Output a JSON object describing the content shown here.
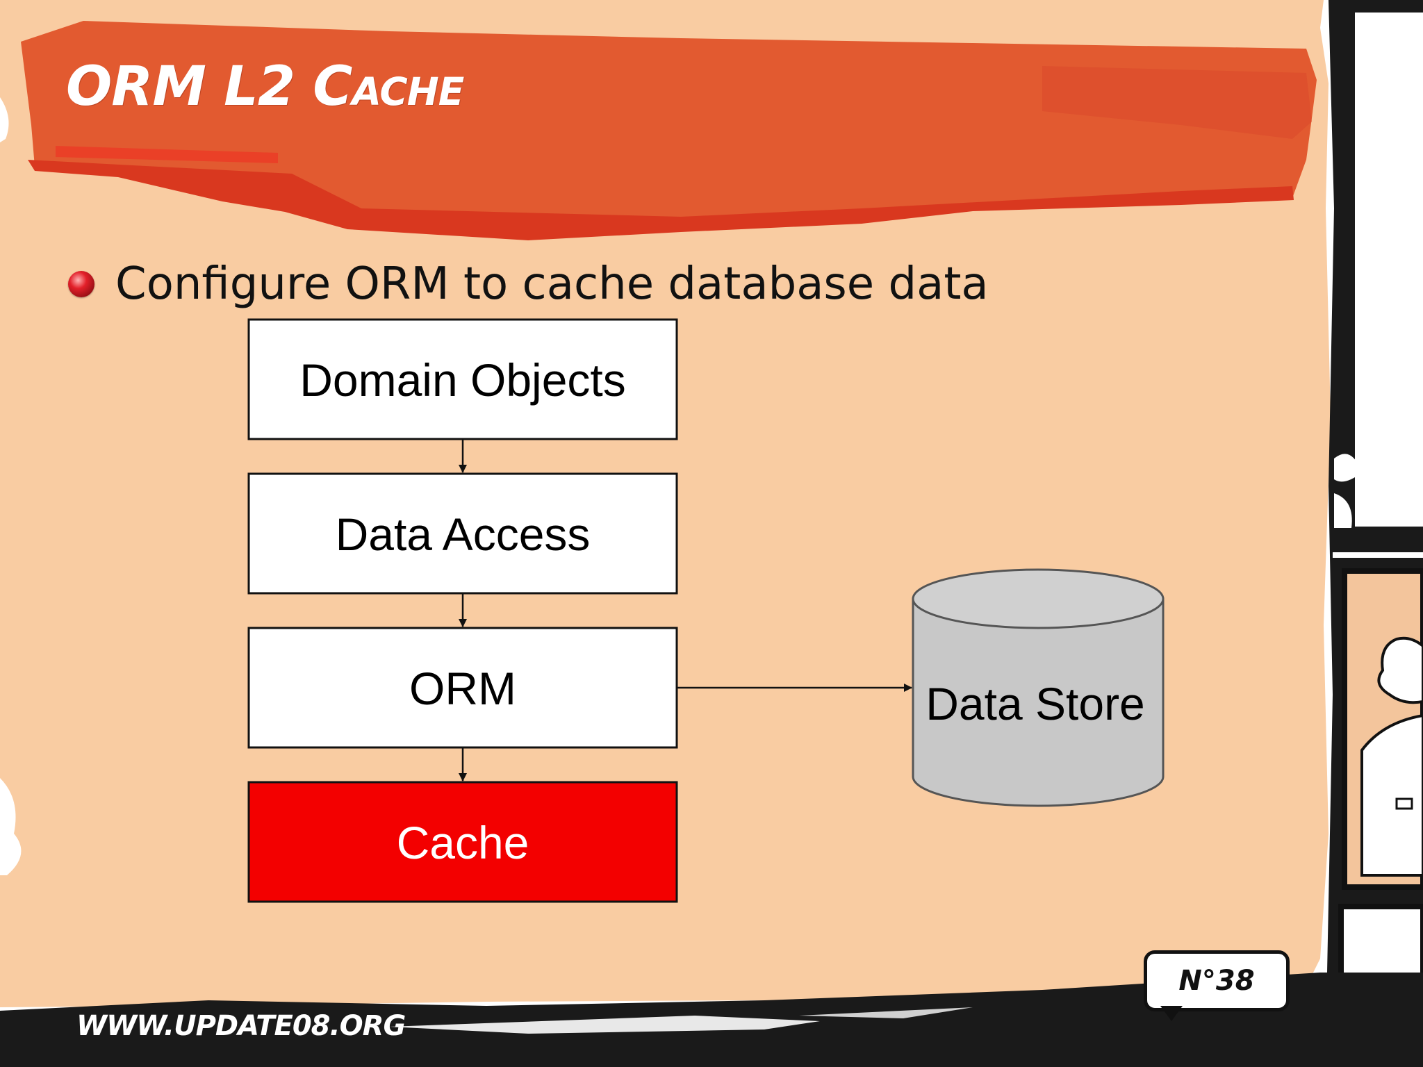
{
  "slide": {
    "title": "ORM L2 Cache",
    "bullet": "Configure ORM to cache database data",
    "footer_url": "WWW.UPDATE08.ORG",
    "page_number": "N°38"
  },
  "diagram": {
    "nodes": [
      {
        "id": "domain-objects",
        "label": "Domain Objects",
        "fill": "#ffffff",
        "text_color": "#000000"
      },
      {
        "id": "data-access",
        "label": "Data Access",
        "fill": "#ffffff",
        "text_color": "#000000"
      },
      {
        "id": "orm",
        "label": "ORM",
        "fill": "#ffffff",
        "text_color": "#000000"
      },
      {
        "id": "cache",
        "label": "Cache",
        "fill": "#f30000",
        "text_color": "#ffffff"
      },
      {
        "id": "data-store",
        "label": "Data Store",
        "shape": "cylinder",
        "fill": "#c8c8c8",
        "text_color": "#000000"
      }
    ],
    "edges": [
      {
        "from": "domain-objects",
        "to": "data-access"
      },
      {
        "from": "data-access",
        "to": "orm"
      },
      {
        "from": "orm",
        "to": "cache"
      },
      {
        "from": "orm",
        "to": "data-store"
      }
    ]
  },
  "colors": {
    "background": "#f9cca2",
    "banner": "#e25a30",
    "banner_dark": "#d9381f",
    "cache_fill": "#f30000",
    "cylinder_fill": "#c8c8c8",
    "cylinder_top": "#d0d0d0"
  }
}
